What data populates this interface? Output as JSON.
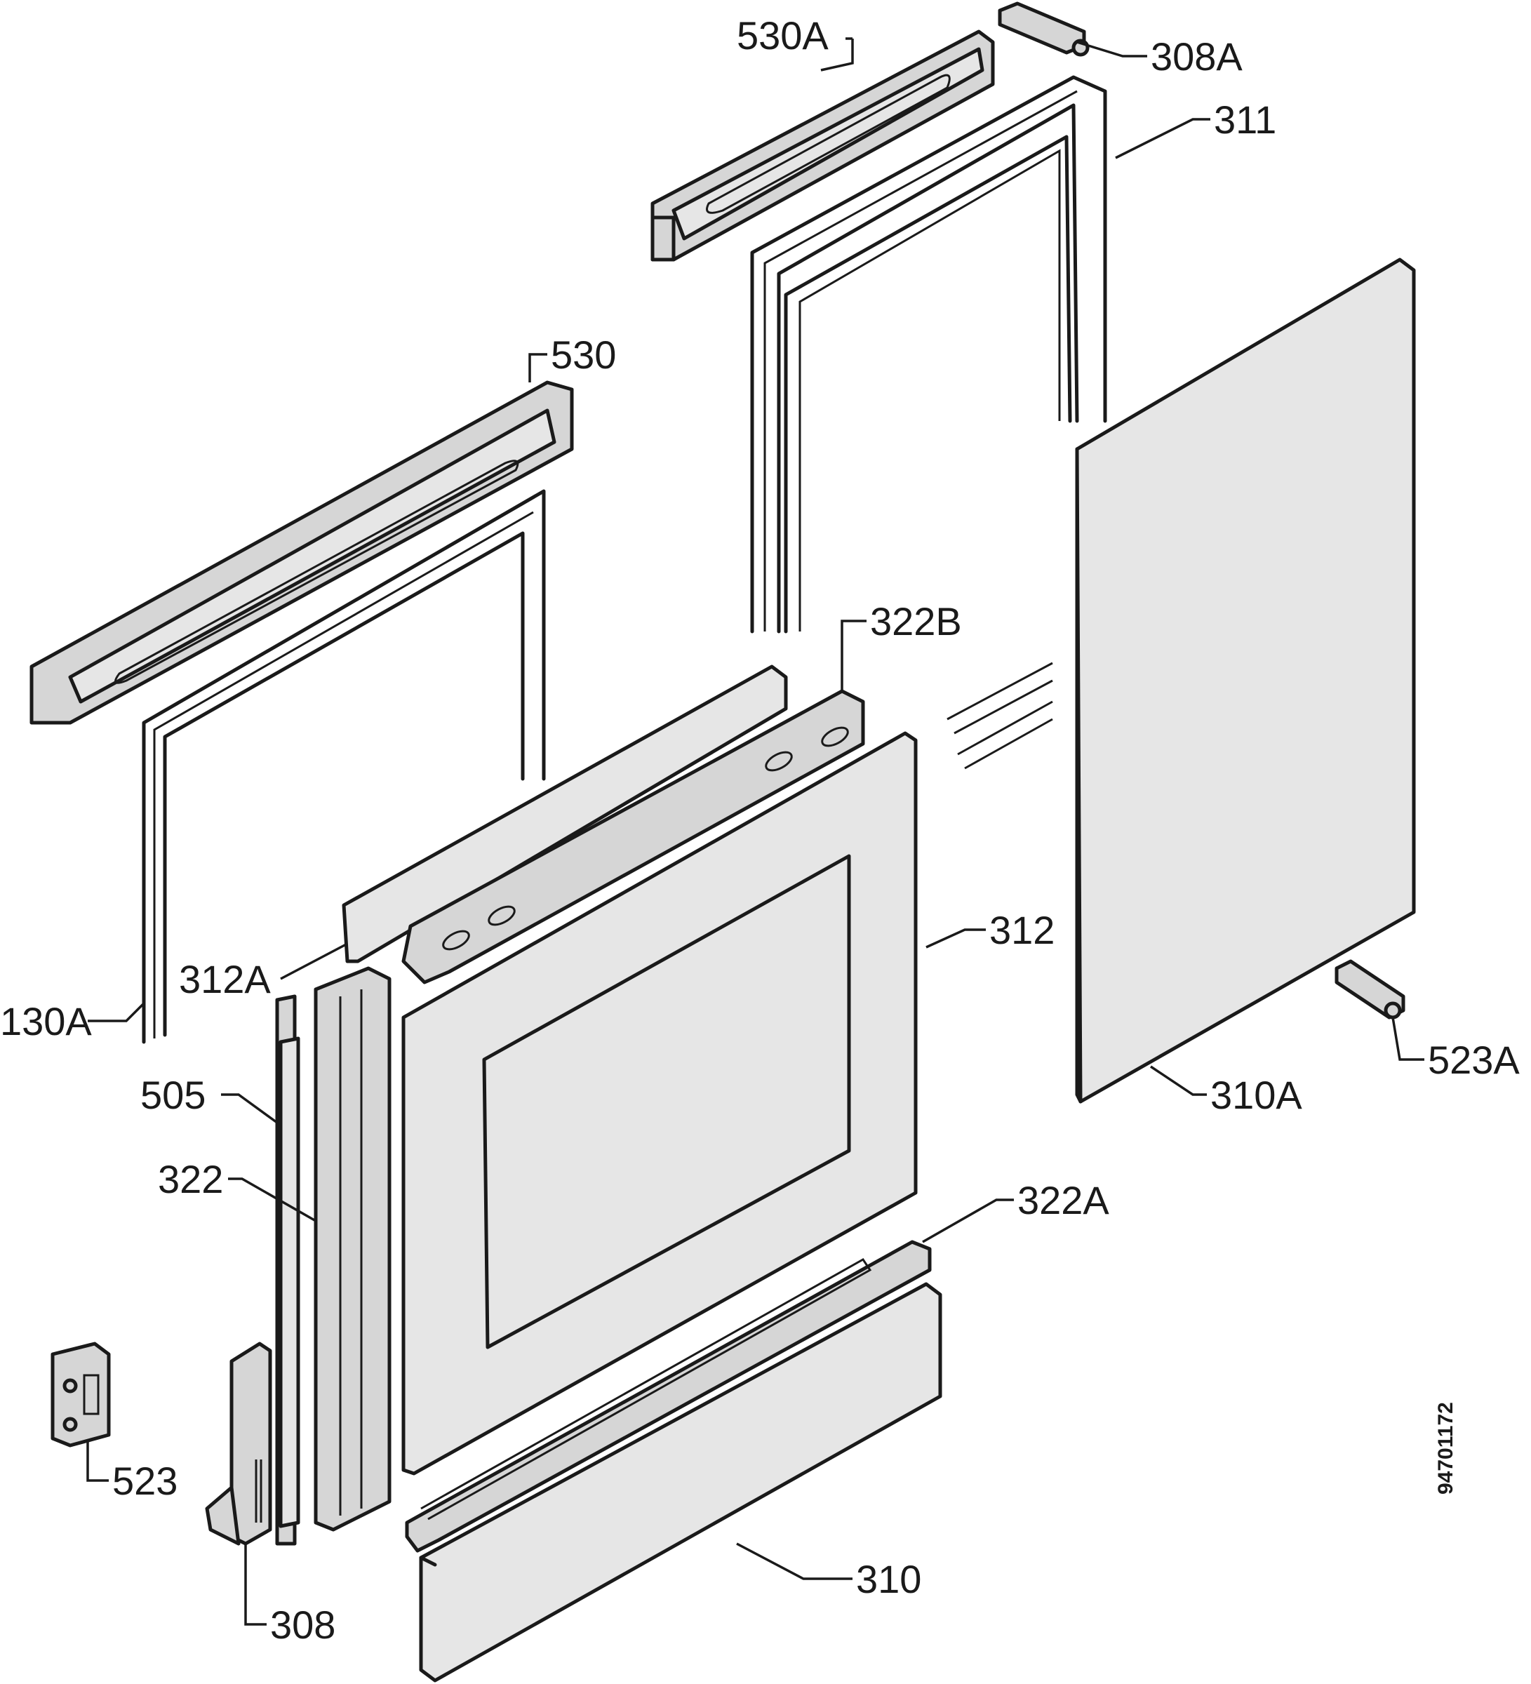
{
  "labels": {
    "p530a": "530A",
    "p308a": "308A",
    "p311": "311",
    "p530": "530",
    "p322b": "322B",
    "p312": "312",
    "p312a": "312A",
    "p130a": "130A",
    "p505": "505",
    "p322": "322",
    "p523a": "523A",
    "p310a": "310A",
    "p322a": "322A",
    "p523": "523",
    "p310": "310",
    "p308": "308"
  },
  "document_number": "94701172"
}
